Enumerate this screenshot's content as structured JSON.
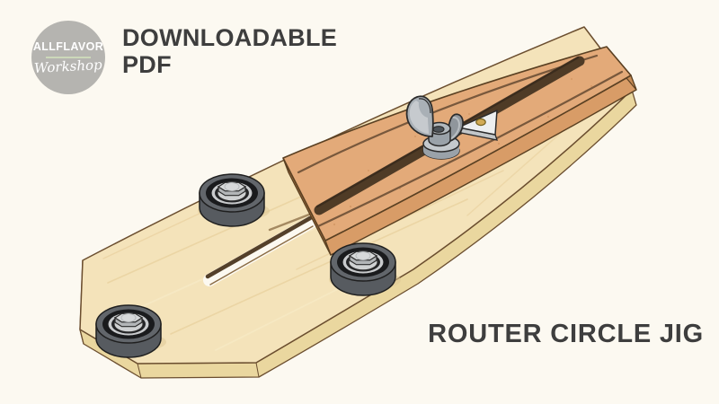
{
  "page": {
    "background": "#fcf9f1"
  },
  "logo": {
    "line1": "ALLFLAVOR",
    "line2": "Workshop",
    "circle_color": "#b5b4b0",
    "divider_color": "#ccd8ba",
    "text_color": "#ffffff"
  },
  "banner": {
    "line1": "DOWNLOADABLE",
    "line2": "PDF",
    "text_color": "#3e3e3e"
  },
  "title": {
    "text": "ROUTER CIRCLE JIG",
    "text_color": "#3e3e3e"
  },
  "illustration": {
    "subject": "router circle jig 3d render",
    "components": [
      "base-board",
      "base-slot",
      "sliding-rail",
      "rail-slot",
      "wing-nut",
      "index-pointer",
      "bearing",
      "bearing",
      "bearing"
    ],
    "colors": {
      "base_wood": "#f4e3ba",
      "base_wood_side": "#ead79f",
      "base_wood_end": "#e2cc92",
      "base_edge": "#6b4e2f",
      "rail_wood": "#e3aa79",
      "rail_wood_front": "#d89c67",
      "rail_wood_end": "#c68b55",
      "rail_edge": "#5a4022",
      "slot_dark": "#4f3b26",
      "slot_wall": "#54402a",
      "bearing_body": "#575b60",
      "bearing_ring_black": "#1a1b1d",
      "bearing_ring_silver": "#c9cbcd",
      "hardware_gray": "#a9b0b6",
      "pointer_face": "#edeff0",
      "pointer_brass": "#d2ab56"
    }
  }
}
